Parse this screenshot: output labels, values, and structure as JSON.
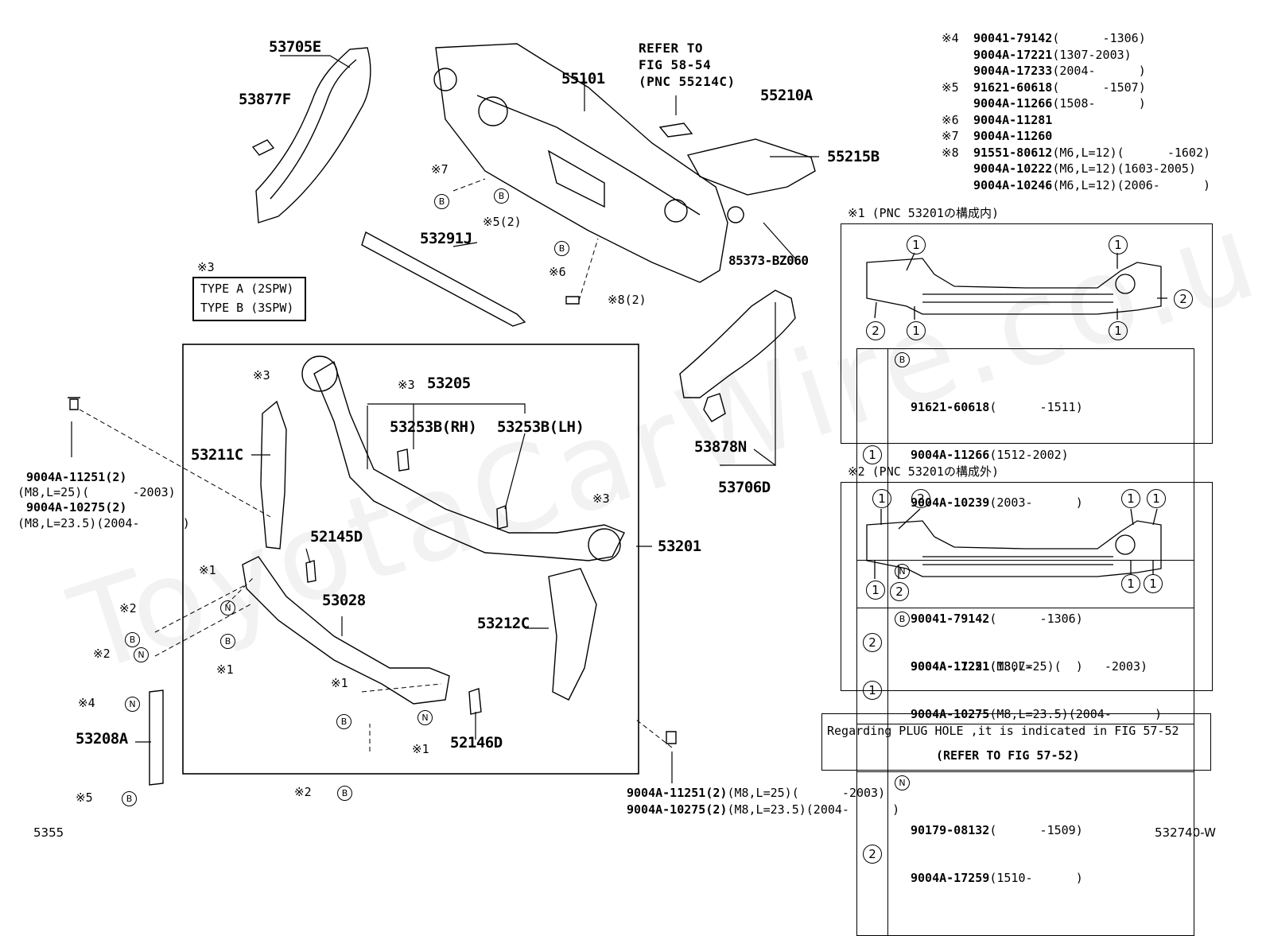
{
  "watermark": "ToyotaCarWire.co.u",
  "parts": {
    "p53705E": "53705E",
    "p53877F": "53877F",
    "p55101": "55101",
    "p55210A": "55210A",
    "p55215B": "55215B",
    "p53291J": "53291J",
    "p85373": "85373-BZ060",
    "p53205": "53205",
    "p53253B_RH": "53253B(RH)",
    "p53253B_LH": "53253B(LH)",
    "p53211C": "53211C",
    "p53878N": "53878N",
    "p53706D": "53706D",
    "p53201": "53201",
    "p52145D": "52145D",
    "p53028": "53028",
    "p53212C": "53212C",
    "p52146D": "52146D",
    "p53208A": "53208A"
  },
  "refer": {
    "line1": "REFER TO",
    "line2": "FIG 58-54",
    "line3": "(PNC 55214C)"
  },
  "type_box": {
    "mark": "※3",
    "line1": "TYPE A (2SPW)",
    "line2": "TYPE B (3SPW)"
  },
  "marks": {
    "m7": "※7",
    "m5_2": "※5(2)",
    "m6": "※6",
    "m8_2": "※8(2)",
    "m3a": "※3",
    "m3b": "※3",
    "m3c": "※3",
    "m1a": "※1",
    "m2a": "※2",
    "m2b": "※2",
    "m1b": "※1",
    "m1c": "※1",
    "m1d": "※1",
    "m4": "※4",
    "m5": "※5",
    "m2c": "※2"
  },
  "circle_letters": {
    "B": "B",
    "N": "N"
  },
  "bolt_left": {
    "l1": "9004A-11251(2)",
    "l2": "(M8,L=25)(      -2003)",
    "l3": "9004A-10275(2)",
    "l4": "(M8,L=23.5)(2004-      )"
  },
  "bolt_bottom": {
    "l1a": "9004A-11251(2)",
    "l1b": "(M8,L=25)(      -2003)",
    "l2a": "9004A-10275(2)",
    "l2b": "(M8,L=23.5)(2004-      )"
  },
  "legend": [
    {
      "mark": "※4",
      "part": "90041-79142",
      "range": "(      -1306)"
    },
    {
      "mark": "",
      "part": "9004A-17221",
      "range": "(1307-2003)"
    },
    {
      "mark": "",
      "part": "9004A-17233",
      "range": "(2004-      )"
    },
    {
      "mark": "※5",
      "part": "91621-60618",
      "range": "(      -1507)"
    },
    {
      "mark": "",
      "part": "9004A-11266",
      "range": "(1508-      )"
    },
    {
      "mark": "※6",
      "part": "9004A-11281",
      "range": ""
    },
    {
      "mark": "※7",
      "part": "9004A-11260",
      "range": ""
    },
    {
      "mark": "※8",
      "part": "91551-80612",
      "range": "(M6,L=12)(      -1602)"
    },
    {
      "mark": "",
      "part": "9004A-10222",
      "range": "(M6,L=12)(1603-2005)"
    },
    {
      "mark": "",
      "part": "9004A-10246",
      "range": "(M6,L=12)(2006-      )"
    }
  ],
  "inset1": {
    "title": "※1 (PNC 53201の構成内)",
    "c1": "1",
    "c2": "2",
    "rows": [
      {
        "num": "1",
        "letter": "B",
        "lines": [
          {
            "part": "91621-60618",
            "range": "(      -1511)"
          },
          {
            "part": "9004A-11266",
            "range": "(1512-2002)"
          },
          {
            "part": "9004A-10239",
            "range": "(2003-      )"
          }
        ]
      },
      {
        "num": "2",
        "letter": "N",
        "lines": [
          {
            "part": "90041-79142",
            "range": "(      -1306)"
          },
          {
            "part": "9004A-17221",
            "range": "(1307-      )"
          }
        ]
      }
    ]
  },
  "inset2": {
    "title": "※2 (PNC 53201の構成外)",
    "c1": "1",
    "c2": "2",
    "rows": [
      {
        "num": "1",
        "letter": "B",
        "lines": [
          {
            "part": "9004A-11251",
            "range": "(M8,L=25)(      -2003)"
          },
          {
            "part": "9004A-10275",
            "range": "(M8,L=23.5)(2004-      )"
          }
        ]
      },
      {
        "num": "2",
        "letter": "N",
        "lines": [
          {
            "part": "90179-08132",
            "range": "(      -1509)"
          },
          {
            "part": "9004A-17259",
            "range": "(1510-      )"
          }
        ]
      }
    ]
  },
  "plug_note": {
    "line1": "Regarding PLUG HOLE ,it is indicated in FIG 57-52",
    "line2": "(REFER TO FIG 57-52)"
  },
  "footer": {
    "left": "5355",
    "right": "532740-W"
  }
}
